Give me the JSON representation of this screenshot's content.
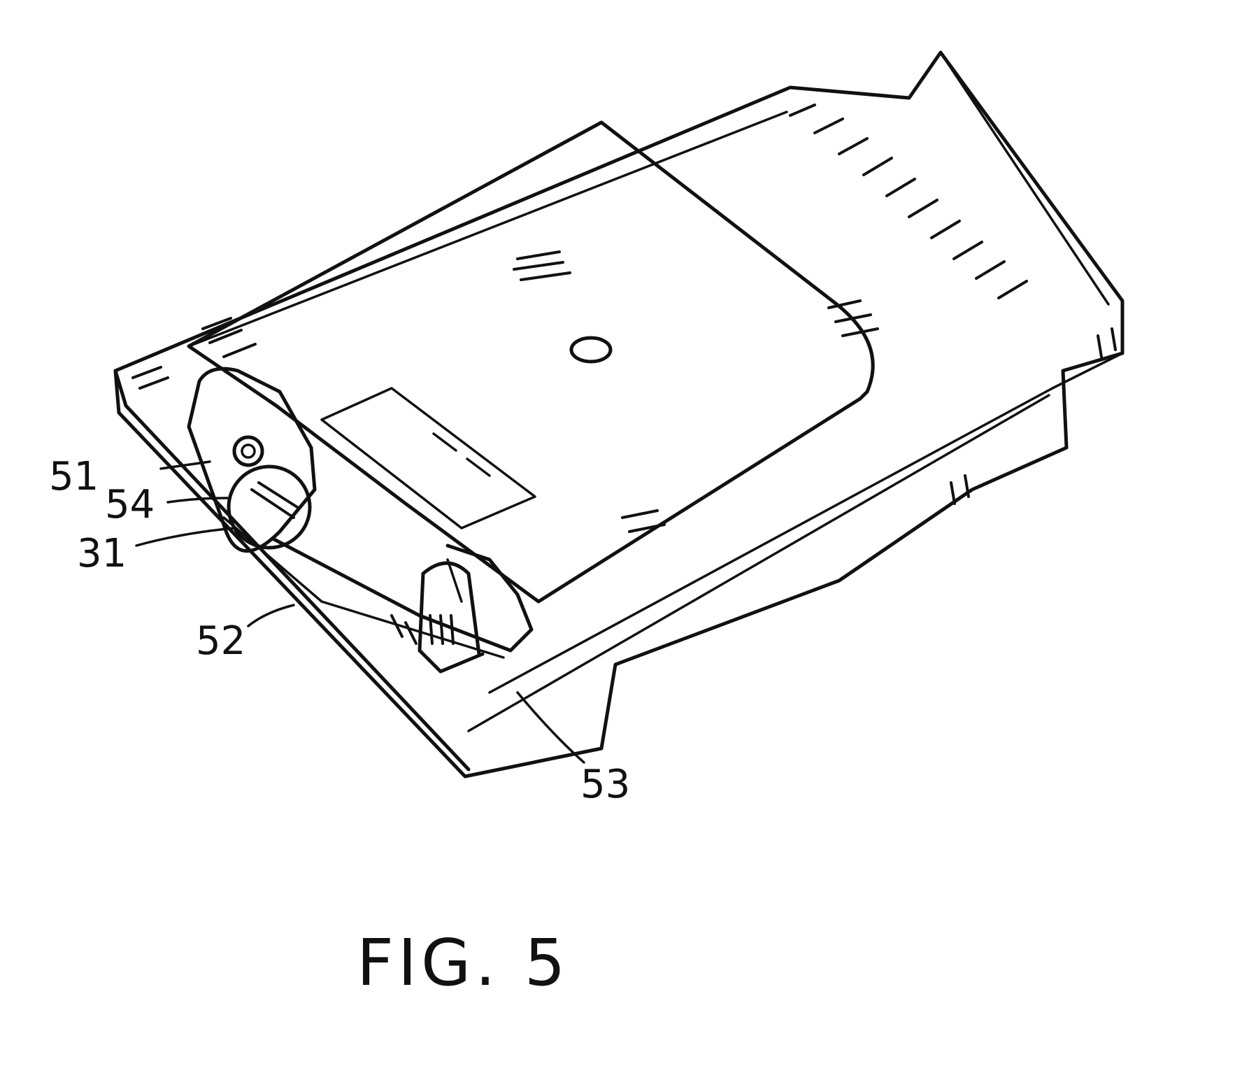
{
  "figure": {
    "caption": "FIG. 5",
    "reference_labels": [
      "51",
      "54",
      "31",
      "52",
      "53"
    ]
  },
  "colors": {
    "ink": "#111111",
    "paper": "#ffffff"
  }
}
